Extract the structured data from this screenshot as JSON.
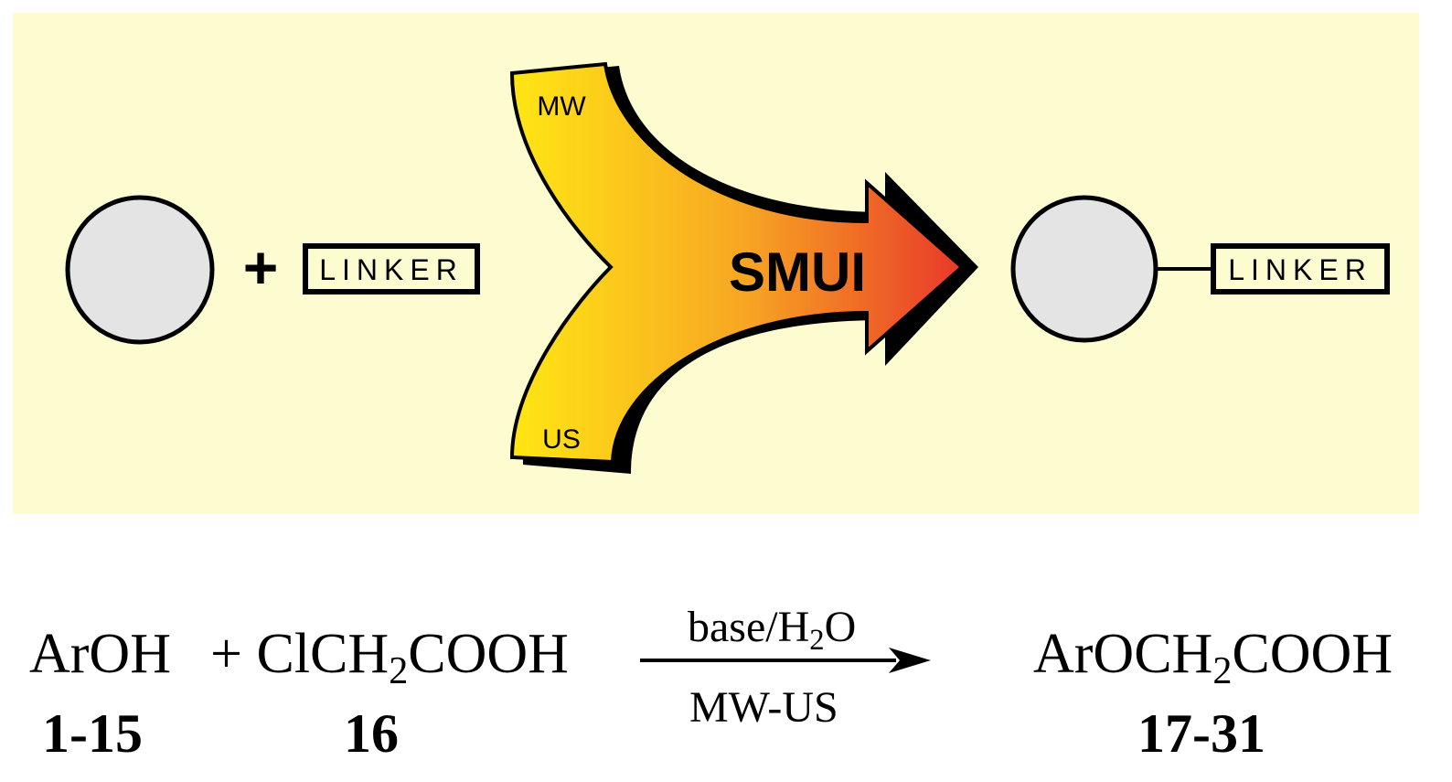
{
  "panel": {
    "background": "#fdfbd0",
    "linker_left": "LINKER",
    "linker_right": "LINKER",
    "plus": "+",
    "arrow_label": "SMUI",
    "input_top": "MW",
    "input_bottom": "US",
    "gradient_colors": [
      "#ffe614",
      "#f7a623",
      "#e8302a"
    ]
  },
  "reaction": {
    "reactant1": "ArOH",
    "reactant1_number": "1-15",
    "plus": "+",
    "reactant2_pre": "ClCH",
    "reactant2_sub": "2",
    "reactant2_post": "COOH",
    "reactant2_number": "16",
    "condition_top_pre": "base/H",
    "condition_top_sub": "2",
    "condition_top_post": "O",
    "condition_bottom": "MW-US",
    "product_pre": "ArOCH",
    "product_sub": "2",
    "product_post": "COOH",
    "product_number": "17-31"
  }
}
